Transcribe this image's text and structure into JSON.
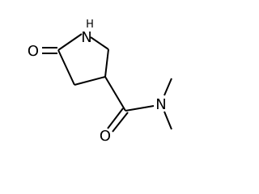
{
  "molecule": {
    "atoms": {
      "ring_nitrogen": "N",
      "ring_nitrogen_hydrogen": "H",
      "lactam_oxygen": "O",
      "amide_oxygen": "O",
      "amide_nitrogen": "N"
    }
  },
  "colors": {
    "bond": "#000000",
    "text": "#000000",
    "background": "#ffffff"
  }
}
